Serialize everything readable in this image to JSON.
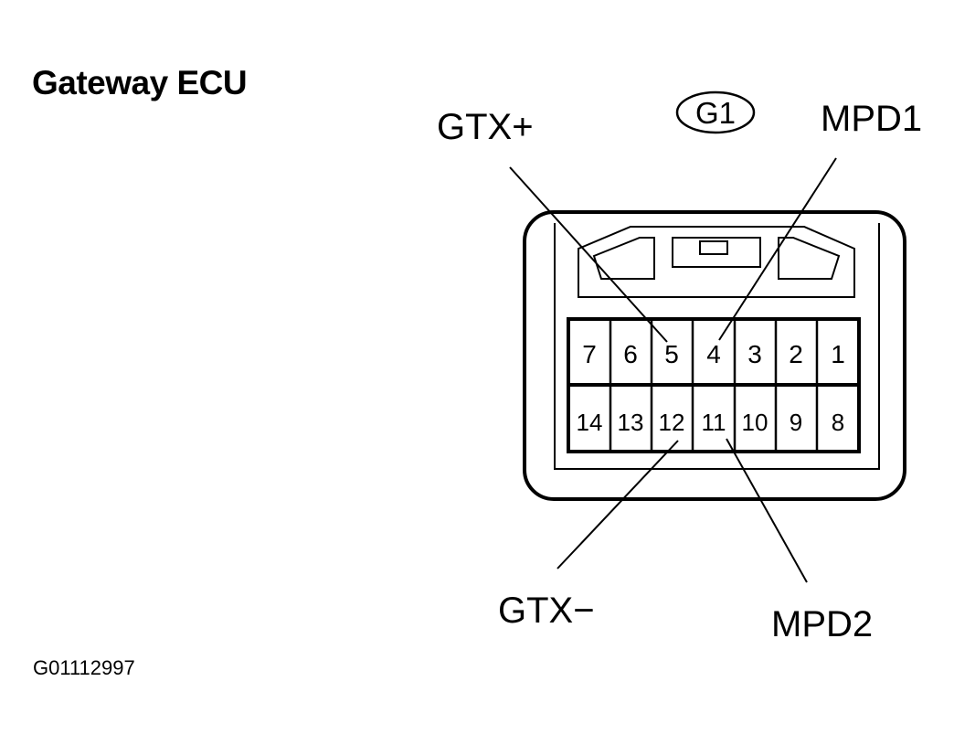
{
  "title": "Gateway ECU",
  "figure_id": "G01112997",
  "connector": {
    "id": "G1",
    "pins_top_row": [
      "7",
      "6",
      "5",
      "4",
      "3",
      "2",
      "1"
    ],
    "pins_bottom_row": [
      "14",
      "13",
      "12",
      "11",
      "10",
      "9",
      "8"
    ]
  },
  "callouts": {
    "gtx_plus": "GTX+",
    "mpd1": "MPD1",
    "gtx_minus": "GTX−",
    "mpd2": "MPD2"
  }
}
